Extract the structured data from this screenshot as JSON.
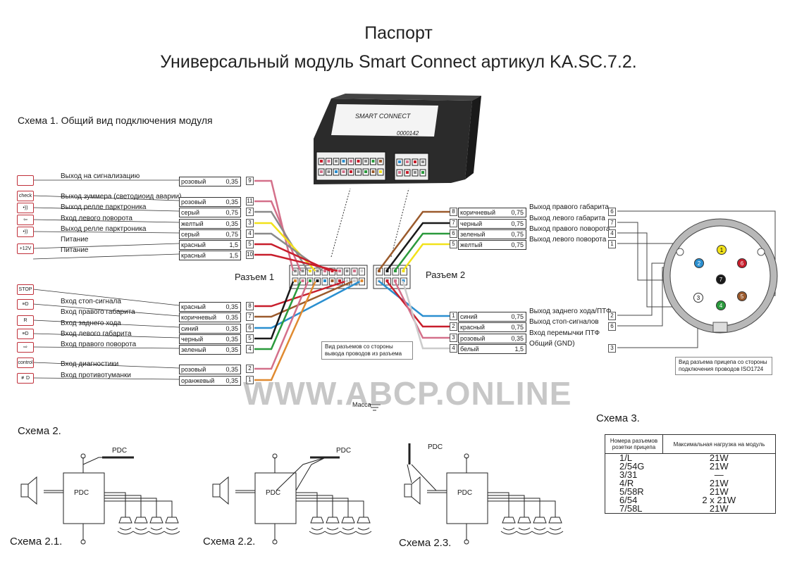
{
  "title_line1": "Паспорт",
  "title_line2": "Универсальный модуль Smart Connect артикул KA.SC.7.2.",
  "scheme1_title": "Схема 1. Общий вид подключения модуля",
  "module_label": "SMART CONNECT",
  "module_serial": "0000142",
  "connector1_title": "Разъем 1",
  "connector2_title": "Разъем 2",
  "connectors_note": "Вид разъемов со стороны вывода проводов из разъема",
  "socket_note": "Вид разъема прицепа со стороны подключения проводов ISO1724",
  "ground_label": "Масса",
  "watermark": "WWW.ABCP.ONLINE",
  "left_wires": [
    {
      "label": "Выход на сигнализацию",
      "color": "розовый",
      "value": "0,35",
      "pin": "9",
      "icon": "speaker-icon",
      "icon_text": ""
    },
    {
      "label": "Выход зуммера (светодиоид аварии)",
      "color": "розовый",
      "value": "0,35",
      "pin": "11",
      "icon": "check-icon",
      "icon_text": "check"
    },
    {
      "label": "Выход релле парктроника",
      "color": "серый",
      "value": "0,75",
      "pin": "2",
      "icon": "parktronic-icon",
      "icon_text": "•))"
    },
    {
      "label": "Вход левого поворота",
      "color": "желтый",
      "value": "0,35",
      "pin": "3",
      "icon": "left-turn-icon",
      "icon_text": "⇦"
    },
    {
      "label": "Выход релле парктроника",
      "color": "серый",
      "value": "0,75",
      "pin": "4",
      "icon": "parktronic-icon",
      "icon_text": "•))"
    },
    {
      "label": "Питание",
      "color": "красный",
      "value": "1,5",
      "pin": "5",
      "icon": "power-icon",
      "icon_text": "+12V"
    },
    {
      "label": "Питание",
      "color": "красный",
      "value": "1,5",
      "pin": "10",
      "icon": "",
      "icon_text": ""
    },
    {
      "label": "Вход стоп-сигнала",
      "color": "красный",
      "value": "0,35",
      "pin": "8",
      "icon": "stop-icon",
      "icon_text": "STOP"
    },
    {
      "label": "Вход правого габарита",
      "color": "коричневый",
      "value": "0,35",
      "pin": "7",
      "icon": "parking-light-icon",
      "icon_text": "≡D"
    },
    {
      "label": "Вход заднего хода",
      "color": "синий",
      "value": "0,35",
      "pin": "6",
      "icon": "reverse-icon",
      "icon_text": "R"
    },
    {
      "label": "Вход левого габарита",
      "color": "черный",
      "value": "0,35",
      "pin": "5",
      "icon": "parking-light-icon",
      "icon_text": "≡D"
    },
    {
      "label": "Вход правого поворота",
      "color": "зеленый",
      "value": "0,35",
      "pin": "4",
      "icon": "right-turn-icon",
      "icon_text": "⇨"
    },
    {
      "label": "Вход  диагностики",
      "color": "розовый",
      "value": "0,35",
      "pin": "2",
      "icon": "control-icon",
      "icon_text": "control"
    },
    {
      "label": "Вход  противотуманки",
      "color": "оранжевый",
      "value": "0,35",
      "pin": "1",
      "icon": "fog-light-icon",
      "icon_text": "≢D"
    }
  ],
  "right_wires_top": [
    {
      "pin": "8",
      "color": "коричневый",
      "value": "0,75",
      "label": "Выход правого габарита",
      "socket_pin": "6"
    },
    {
      "pin": "7",
      "color": "черный",
      "value": "0,75",
      "label": "Выход левого габарита",
      "socket_pin": "7"
    },
    {
      "pin": "6",
      "color": "зеленый",
      "value": "0,75",
      "label": "Выход правого поворота",
      "socket_pin": "4"
    },
    {
      "pin": "5",
      "color": "желтый",
      "value": "0,75",
      "label": "Выход левого поворота",
      "socket_pin": "1"
    }
  ],
  "right_wires_bottom": [
    {
      "pin": "1",
      "color": "синий",
      "value": "0,75",
      "label": "Выход заднего хода/ПТФ",
      "socket_pin": "2"
    },
    {
      "pin": "2",
      "color": "красный",
      "value": "0,75",
      "label": "Выход  стоп-сигналов",
      "socket_pin": "6"
    },
    {
      "pin": "3",
      "color": "розовый",
      "value": "0,35",
      "label": "Вход перемычки ПТФ",
      "socket_pin": ""
    },
    {
      "pin": "4",
      "color": "белый",
      "value": "1,5",
      "label": "Общий (GND)",
      "socket_pin": "3"
    }
  ],
  "socket_pins": [
    "1",
    "2",
    "3",
    "4",
    "5",
    "6",
    "7"
  ],
  "scheme2_title": "Схема 2.",
  "scheme21": "Схема 2.1.",
  "scheme22": "Схема 2.2.",
  "scheme23": "Схема 2.3.",
  "pdc": "PDC",
  "scheme3_title": "Схема 3.",
  "table_header_1": "Номера разъемов розетки прицепа",
  "table_header_2": "Максимальная нагрузка на модуль",
  "table_rows": [
    {
      "k": "1/L",
      "v": "21W"
    },
    {
      "k": "2/54G",
      "v": "21W"
    },
    {
      "k": "3/31",
      "v": "—"
    },
    {
      "k": "4/R",
      "v": "21W"
    },
    {
      "k": "5/58R",
      "v": "21W"
    },
    {
      "k": "6/54",
      "v": "2 x 21W"
    },
    {
      "k": "7/58L",
      "v": "21W"
    }
  ],
  "colors": {
    "pink": "#d4708a",
    "grey": "#8a8a8a",
    "yellow": "#f2e21a",
    "red": "#c81e2c",
    "brown": "#9b5a2c",
    "blue": "#2a8fd0",
    "black": "#1a1a1a",
    "green": "#2a9a3c",
    "orange": "#e08a30",
    "white": "#cccccc"
  }
}
